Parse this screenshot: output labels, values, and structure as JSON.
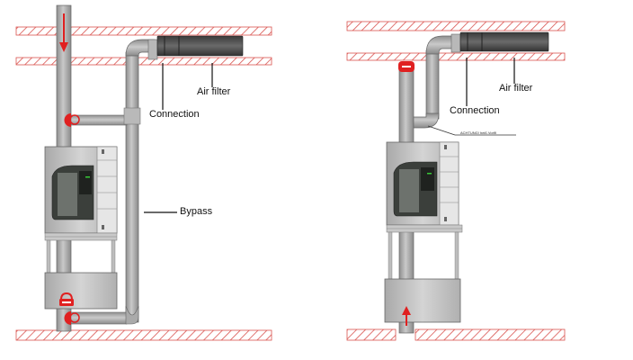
{
  "labels": {
    "left": {
      "air_filter": "Air filter",
      "connection": "Connection",
      "bypass": "Bypass"
    },
    "right": {
      "air_filter": "Air filter",
      "connection": "Connection",
      "warning": "ACHTUNG! heiß Vorlfl"
    }
  },
  "colors": {
    "hatch": "#d9534f",
    "arrow": "#e02020",
    "pipe": "#a9a9a9",
    "filter": "#555555",
    "unit": "#bdbdbd",
    "screen": "#2b2f2b",
    "indicator": "#37c837"
  }
}
